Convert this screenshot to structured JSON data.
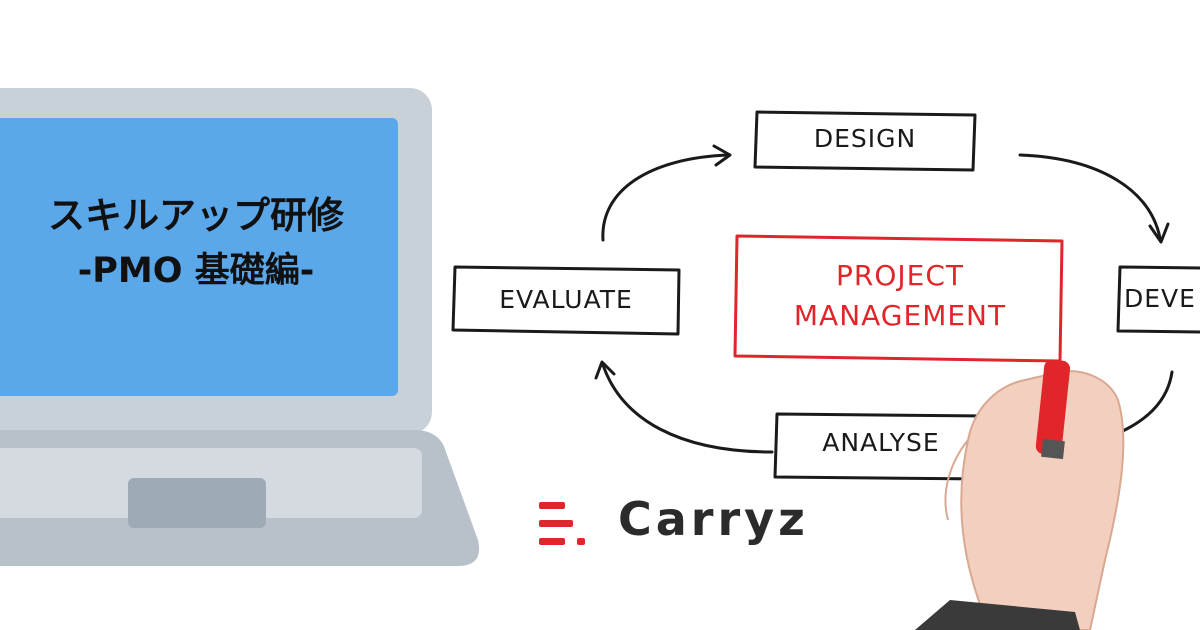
{
  "slide": {
    "title_line1": "スキルアップ研修",
    "title_line2": "-PMO 基礎編-"
  },
  "diagram": {
    "center": [
      "PROJECT",
      "MANAGEMENT"
    ],
    "steps": {
      "design": "DESIGN",
      "develop": "DEVE",
      "analyse": "ANALYSE",
      "evaluate": "EVALUATE"
    }
  },
  "logo": {
    "name": "Carryz"
  },
  "colors": {
    "laptop_body": "#c9d1d8",
    "laptop_screen": "#5aa7ea",
    "accent_red": "#e0262a",
    "ink": "#1a1a1a"
  }
}
